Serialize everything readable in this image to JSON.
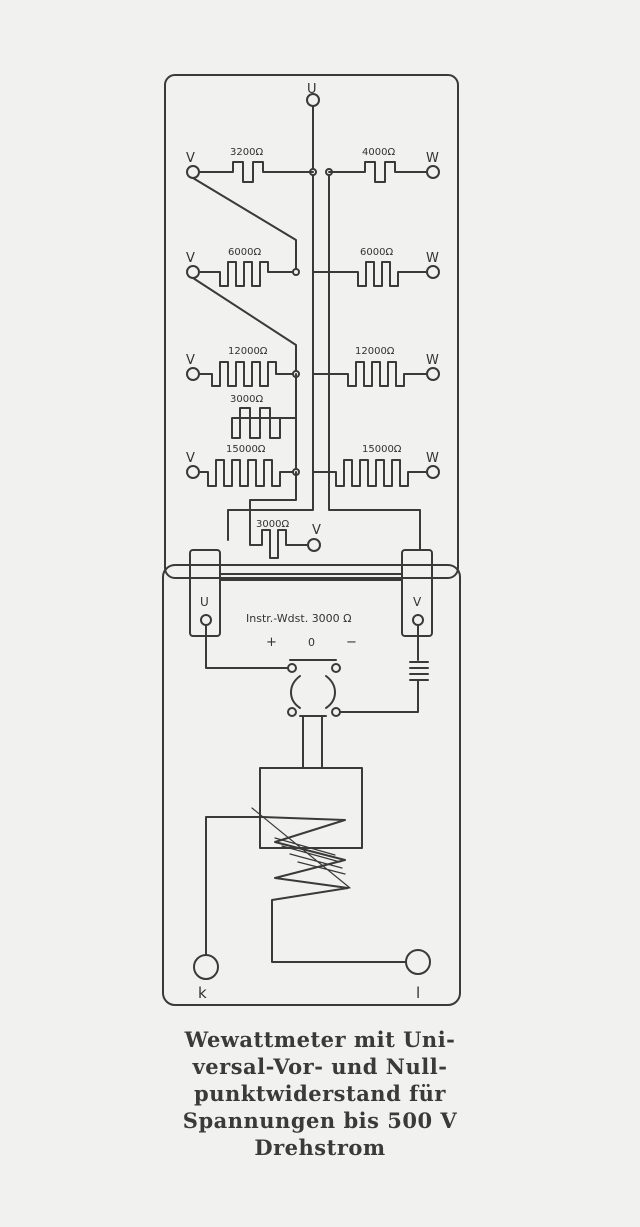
{
  "terminals": {
    "u_top": "U",
    "v": "V",
    "w": "W",
    "box_u": "U",
    "box_v": "V",
    "k": "k",
    "l": "l"
  },
  "resistors": {
    "r1_left": "3200Ω",
    "r1_right": "4000Ω",
    "r2_left": "6000Ω",
    "r2_right": "6000Ω",
    "r3_left": "12000Ω",
    "r3_right": "12000Ω",
    "r_mid": "3000Ω",
    "r4_left": "15000Ω",
    "r4_right": "15000Ω",
    "r_bottom": "3000Ω"
  },
  "instrument": {
    "label": "Instr.-Wdst. 3000 Ω",
    "plus": "+",
    "zero": "0",
    "minus": "−"
  },
  "caption": {
    "line1": "Wewattmeter mit Uni-",
    "line2": "versal-Vor- und Null-",
    "line3": "punktwiderstand für",
    "line4": "Spannungen bis 500 V",
    "line5": "Drehstrom"
  }
}
